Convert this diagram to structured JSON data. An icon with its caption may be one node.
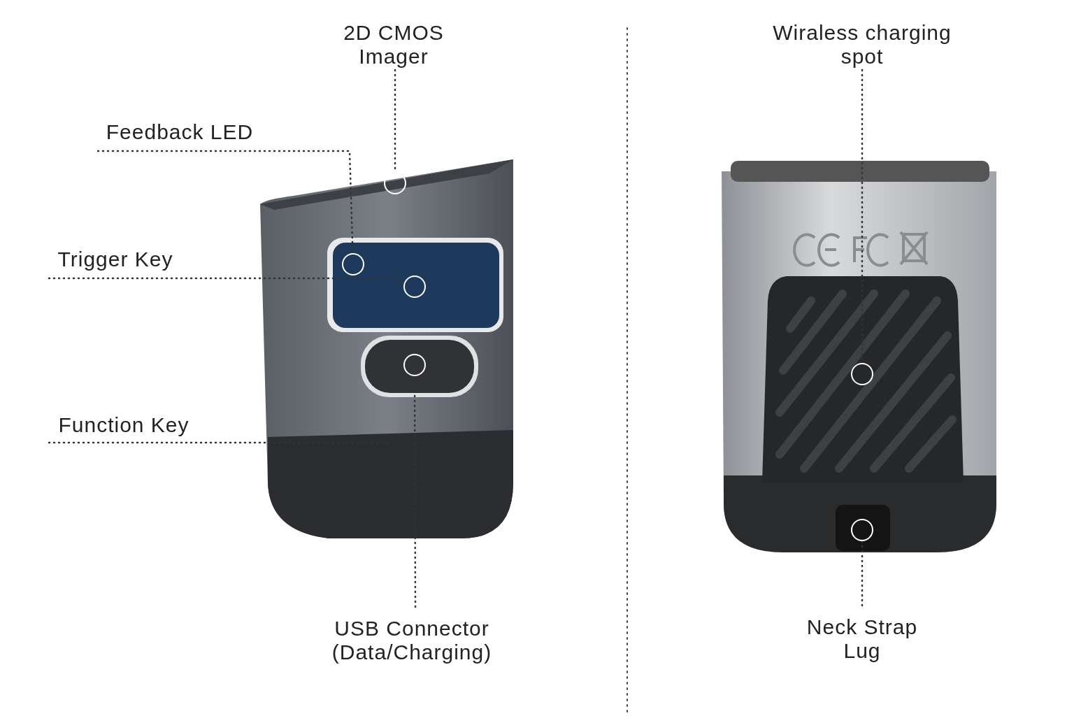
{
  "diagram": {
    "nodes": [
      {
        "text": [
          "2D CMOS Imager"
        ]
      },
      {
        "text": [
          "Feedback LED"
        ]
      },
      {
        "text": [
          "Trigger Key"
        ]
      },
      {
        "text": [
          "Function Key"
        ]
      },
      {
        "text": [
          "USB Connector (Data/Charging)"
        ]
      },
      {
        "text": [
          "Wiraless charging spot"
        ]
      },
      {
        "text": [
          "Neck Strap Lug"
        ]
      },
      {
        "text": [],
        "shape": "circle"
      },
      {
        "text": [],
        "shape": "circle"
      },
      {
        "text": [],
        "shape": "circle"
      },
      {
        "text": [],
        "shape": "circle"
      },
      {
        "text": [],
        "shape": "circle"
      },
      {
        "text": [],
        "shape": "circle"
      }
    ],
    "edges": [
      {
        "from": 0,
        "to": 7,
        "arrow": "none"
      },
      {
        "from": 1,
        "to": 8,
        "arrow": "none"
      },
      {
        "from": 2,
        "to": 9,
        "arrow": "none"
      },
      {
        "from": 3,
        "to": null,
        "arrow": "none"
      },
      {
        "from": 4,
        "to": 10,
        "arrow": "none"
      },
      {
        "from": 5,
        "to": 11,
        "arrow": "none"
      },
      {
        "from": 6,
        "to": 12,
        "arrow": "none"
      }
    ]
  }
}
